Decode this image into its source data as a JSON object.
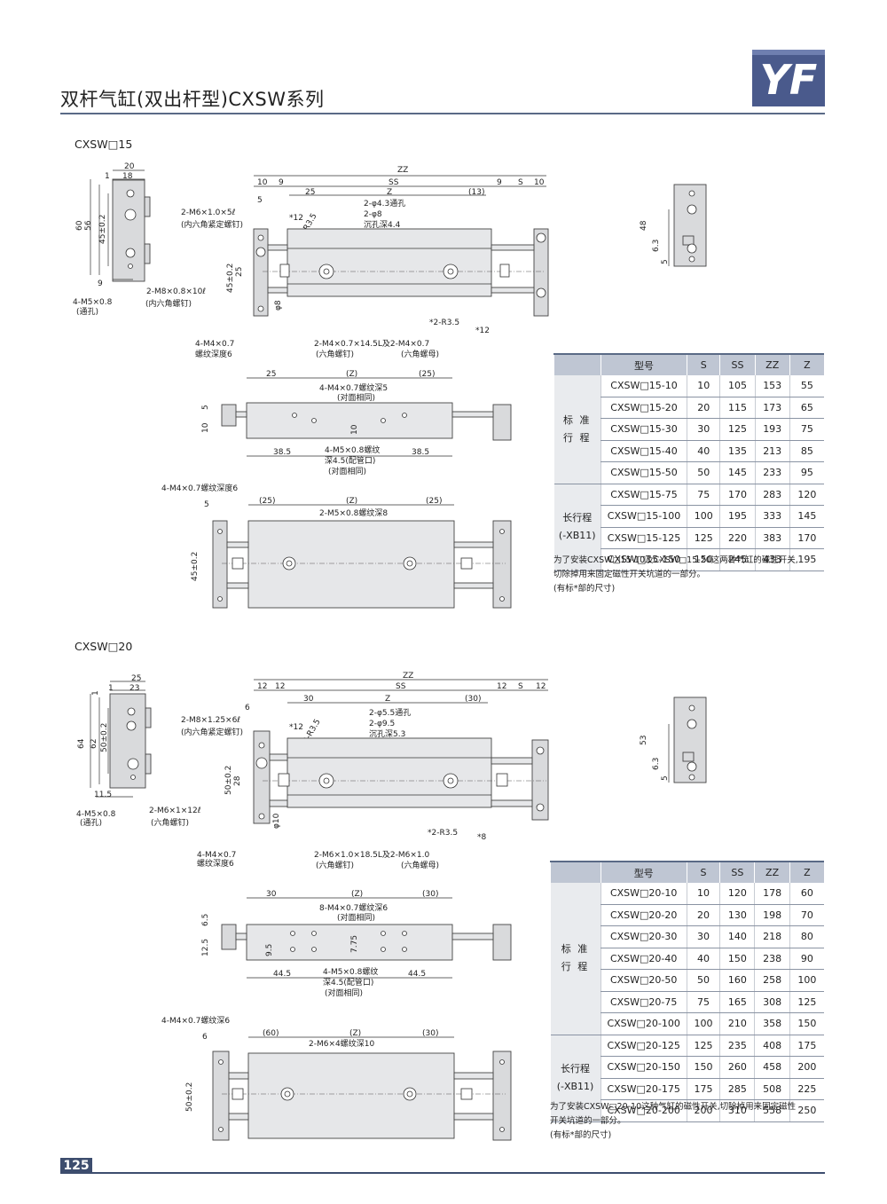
{
  "header": {
    "title": "双杆气缸(双出杆型)CXSW系列",
    "logo_text": "YF"
  },
  "footer": {
    "page_number": "125"
  },
  "colors": {
    "accent": "#3d4d6e",
    "table_header": "#bfc6d3",
    "logo_blue": "#4a5a8c"
  },
  "sections": [
    {
      "name": "CXSW□15",
      "side_view": {
        "dims": [
          "20",
          "18",
          "1",
          "60",
          "56",
          "45±0.2",
          "9"
        ],
        "notes": [
          "4-M5×0.8",
          "(通孔)",
          "2-M8×0.8×10ℓ",
          "(内六角螺钉)"
        ]
      },
      "top_view": {
        "dims": [
          "ZZ",
          "10",
          "9",
          "SS",
          "9",
          "S",
          "10",
          "25",
          "Z",
          "(13)",
          "5",
          "*12",
          "*2-R3.5",
          "45±0.2",
          "25",
          "φ8",
          "*2-R3.5",
          "*12"
        ],
        "notes": [
          "2-M6×1.0×5ℓ",
          "(内六角紧定螺钉)",
          "2-φ4.3通孔",
          "2-φ8",
          "沉孔深4.4",
          "4-M4×0.7",
          "螺纹深度6",
          "2-M4×0.7×14.5L及2-M4×0.7",
          "(六角螺钉)",
          "(六角螺母)"
        ]
      },
      "front_view": {
        "dims": [
          "25",
          "(Z)",
          "(25)",
          "5",
          "10",
          "10",
          "38.5",
          "38.5"
        ],
        "notes": [
          "4-M4×0.7螺纹深5",
          "(对面相同)",
          "4-M5×0.8螺纹",
          "深4.5(配管口)",
          "(对面相同)"
        ]
      },
      "bottom_view": {
        "dims": [
          "5",
          "(25)",
          "(Z)",
          "(25)",
          "45±0.2"
        ],
        "notes": [
          "4-M4×0.7螺纹深度6",
          "2-M5×0.8螺纹深8"
        ]
      },
      "end_view": {
        "dims": [
          "48",
          "6.3",
          "5"
        ]
      },
      "table": {
        "headers": [
          "型号",
          "S",
          "SS",
          "ZZ",
          "Z"
        ],
        "groups": [
          {
            "label": "标 准\n行 程",
            "rows": [
              [
                "CXSW□15-10",
                "10",
                "105",
                "153",
                "55"
              ],
              [
                "CXSW□15-20",
                "20",
                "115",
                "173",
                "65"
              ],
              [
                "CXSW□15-30",
                "30",
                "125",
                "193",
                "75"
              ],
              [
                "CXSW□15-40",
                "40",
                "135",
                "213",
                "85"
              ],
              [
                "CXSW□15-50",
                "50",
                "145",
                "233",
                "95"
              ]
            ]
          },
          {
            "label": "长行程\n(-XB11)",
            "rows": [
              [
                "CXSW□15-75",
                "75",
                "170",
                "283",
                "120"
              ],
              [
                "CXSW□15-100",
                "100",
                "195",
                "333",
                "145"
              ],
              [
                "CXSW□15-125",
                "125",
                "220",
                "383",
                "170"
              ],
              [
                "CXSW□15-150",
                "150",
                "245",
                "433",
                "195"
              ]
            ]
          }
        ],
        "notes": [
          "为了安装CXSW□15-10及CXSW□15-20这两种气缸的磁性开关,",
          "切除掉用来固定磁性开关坑道的一部分。",
          "(有标*部的尺寸)"
        ]
      }
    },
    {
      "name": "CXSW□20",
      "side_view": {
        "dims": [
          "25",
          "23",
          "1",
          "1",
          "64",
          "62",
          "50±0.2",
          "11.5"
        ],
        "notes": [
          "4-M5×0.8",
          "(通孔)",
          "2-M6×1×12ℓ",
          "(六角螺钉)"
        ]
      },
      "top_view": {
        "dims": [
          "ZZ",
          "12",
          "12",
          "SS",
          "12",
          "S",
          "12",
          "30",
          "Z",
          "(30)",
          "6",
          "*12",
          "*2-R3.5",
          "50±0.2",
          "28",
          "φ10",
          "*2-R3.5",
          "*8"
        ],
        "notes": [
          "2-M8×1.25×6ℓ",
          "(内六角紧定螺钉)",
          "2-φ5.5通孔",
          "2-φ9.5",
          "沉孔深5.3",
          "4-M4×0.7",
          "螺纹深度6",
          "2-M6×1.0×18.5L及2-M6×1.0",
          "(六角螺钉)",
          "(六角螺母)"
        ]
      },
      "front_view": {
        "dims": [
          "30",
          "(Z)",
          "(30)",
          "6.5",
          "12.5",
          "9.5",
          "7.75",
          "44.5",
          "44.5"
        ],
        "notes": [
          "8-M4×0.7螺纹深6",
          "(对面相同)",
          "4-M5×0.8螺纹",
          "深4.5(配管口)",
          "(对面相同)"
        ]
      },
      "bottom_view": {
        "dims": [
          "6",
          "(60)",
          "(Z)",
          "(30)",
          "50±0.2"
        ],
        "notes": [
          "4-M4×0.7螺纹深6",
          "2-M6×4螺纹深10"
        ]
      },
      "end_view": {
        "dims": [
          "53",
          "6.3",
          "5"
        ]
      },
      "table": {
        "headers": [
          "型号",
          "S",
          "SS",
          "ZZ",
          "Z"
        ],
        "groups": [
          {
            "label": "标 准\n行 程",
            "rows": [
              [
                "CXSW□20-10",
                "10",
                "120",
                "178",
                "60"
              ],
              [
                "CXSW□20-20",
                "20",
                "130",
                "198",
                "70"
              ],
              [
                "CXSW□20-30",
                "30",
                "140",
                "218",
                "80"
              ],
              [
                "CXSW□20-40",
                "40",
                "150",
                "238",
                "90"
              ],
              [
                "CXSW□20-50",
                "50",
                "160",
                "258",
                "100"
              ],
              [
                "CXSW□20-75",
                "75",
                "165",
                "308",
                "125"
              ],
              [
                "CXSW□20-100",
                "100",
                "210",
                "358",
                "150"
              ]
            ]
          },
          {
            "label": "长行程\n(-XB11)",
            "rows": [
              [
                "CXSW□20-125",
                "125",
                "235",
                "408",
                "175"
              ],
              [
                "CXSW□20-150",
                "150",
                "260",
                "458",
                "200"
              ],
              [
                "CXSW□20-175",
                "175",
                "285",
                "508",
                "225"
              ],
              [
                "CXSW□20-200",
                "200",
                "310",
                "558",
                "250"
              ]
            ]
          }
        ],
        "notes": [
          "为了安装CXSW□20-10这种气缸的磁性开关,切除掉用来固定磁性",
          "开关坑道的一部分。",
          "(有标*部的尺寸)"
        ]
      }
    }
  ]
}
